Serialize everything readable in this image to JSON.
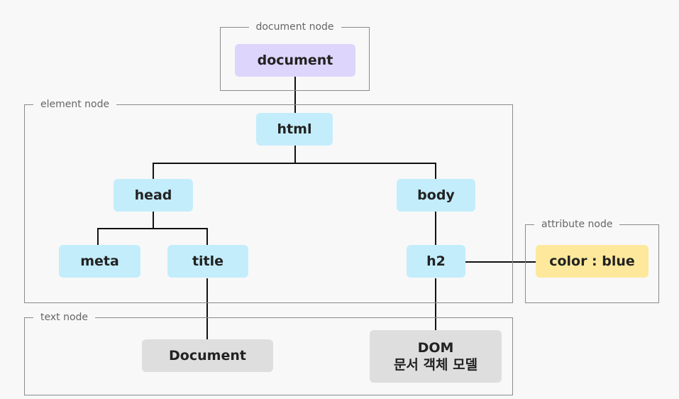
{
  "groups": {
    "document_node": "document node",
    "element_node": "element node",
    "attribute_node": "attribute node",
    "text_node": "text node"
  },
  "nodes": {
    "document": "document",
    "html": "html",
    "head": "head",
    "body": "body",
    "meta": "meta",
    "title": "title",
    "h2": "h2",
    "attribute": "color : blue",
    "text_document": "Document",
    "text_dom_line1": "DOM",
    "text_dom_line2": "문서 객체 모델"
  }
}
